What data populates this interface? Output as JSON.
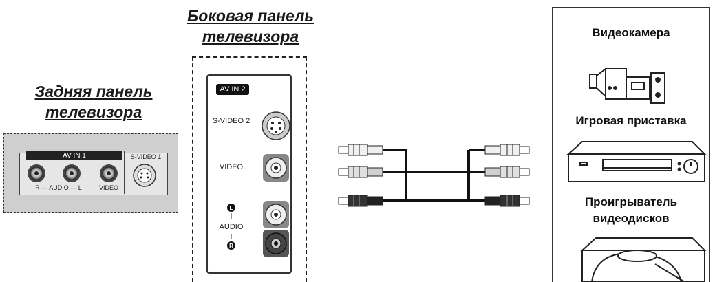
{
  "rear": {
    "title": "Задняя панель\nтелевизора",
    "avin_label": "AV IN 1",
    "svideo_label": "S-VIDEO 1",
    "audio_label": "R — AUDIO — L",
    "video_label": "VIDEO"
  },
  "side": {
    "title": "Боковая панель\nтелевизора",
    "avin_label": "AV IN 2",
    "svideo_label": "S-VIDEO 2",
    "video_label": "VIDEO",
    "audio_label": "AUDIO",
    "l_mark": "L",
    "r_mark": "R"
  },
  "devices": {
    "camcorder": "Видеокамера",
    "console": "Игровая приставка",
    "dvd": "Проигрыватель\nвидеодисков"
  },
  "colors": {
    "cable": "#111111",
    "plug_white": "#f0f0f0",
    "plug_gray": "#9a9a9a",
    "plug_black": "#222222",
    "panel_gray": "#cfcfcf"
  }
}
